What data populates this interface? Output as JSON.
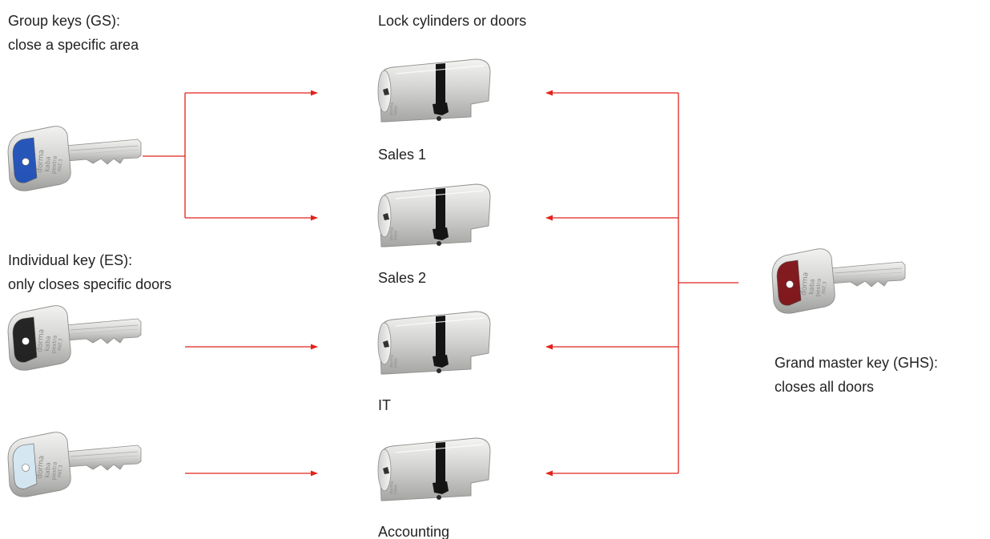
{
  "heading": "Lock cylinders or doors",
  "group_keys": {
    "title": "Group keys (GS):",
    "subtitle": "close a specific area",
    "key_color": "#1e4fb8"
  },
  "individual_keys": {
    "title": "Individual key (ES):",
    "subtitle": "only closes specific doors",
    "key_colors": [
      "#1c1c1c",
      "#d5e8f3"
    ]
  },
  "grand_master": {
    "title": "Grand master key (GHS):",
    "subtitle": "closes all doors",
    "key_color": "#7e1116"
  },
  "doors": [
    {
      "label": "Sales 1"
    },
    {
      "label": "Sales 2"
    },
    {
      "label": "IT"
    },
    {
      "label": "Accounting"
    }
  ],
  "key_engraving": [
    "dorma",
    "kaba",
    "pextra",
    "PAT.3"
  ],
  "colors": {
    "arrow": "#e2231a",
    "nickel": "#d4d4d2",
    "cam": "#141414"
  },
  "icons": {
    "key": "key-icon",
    "cylinder": "lock-cylinder-icon",
    "arrow": "arrow-right-icon"
  }
}
